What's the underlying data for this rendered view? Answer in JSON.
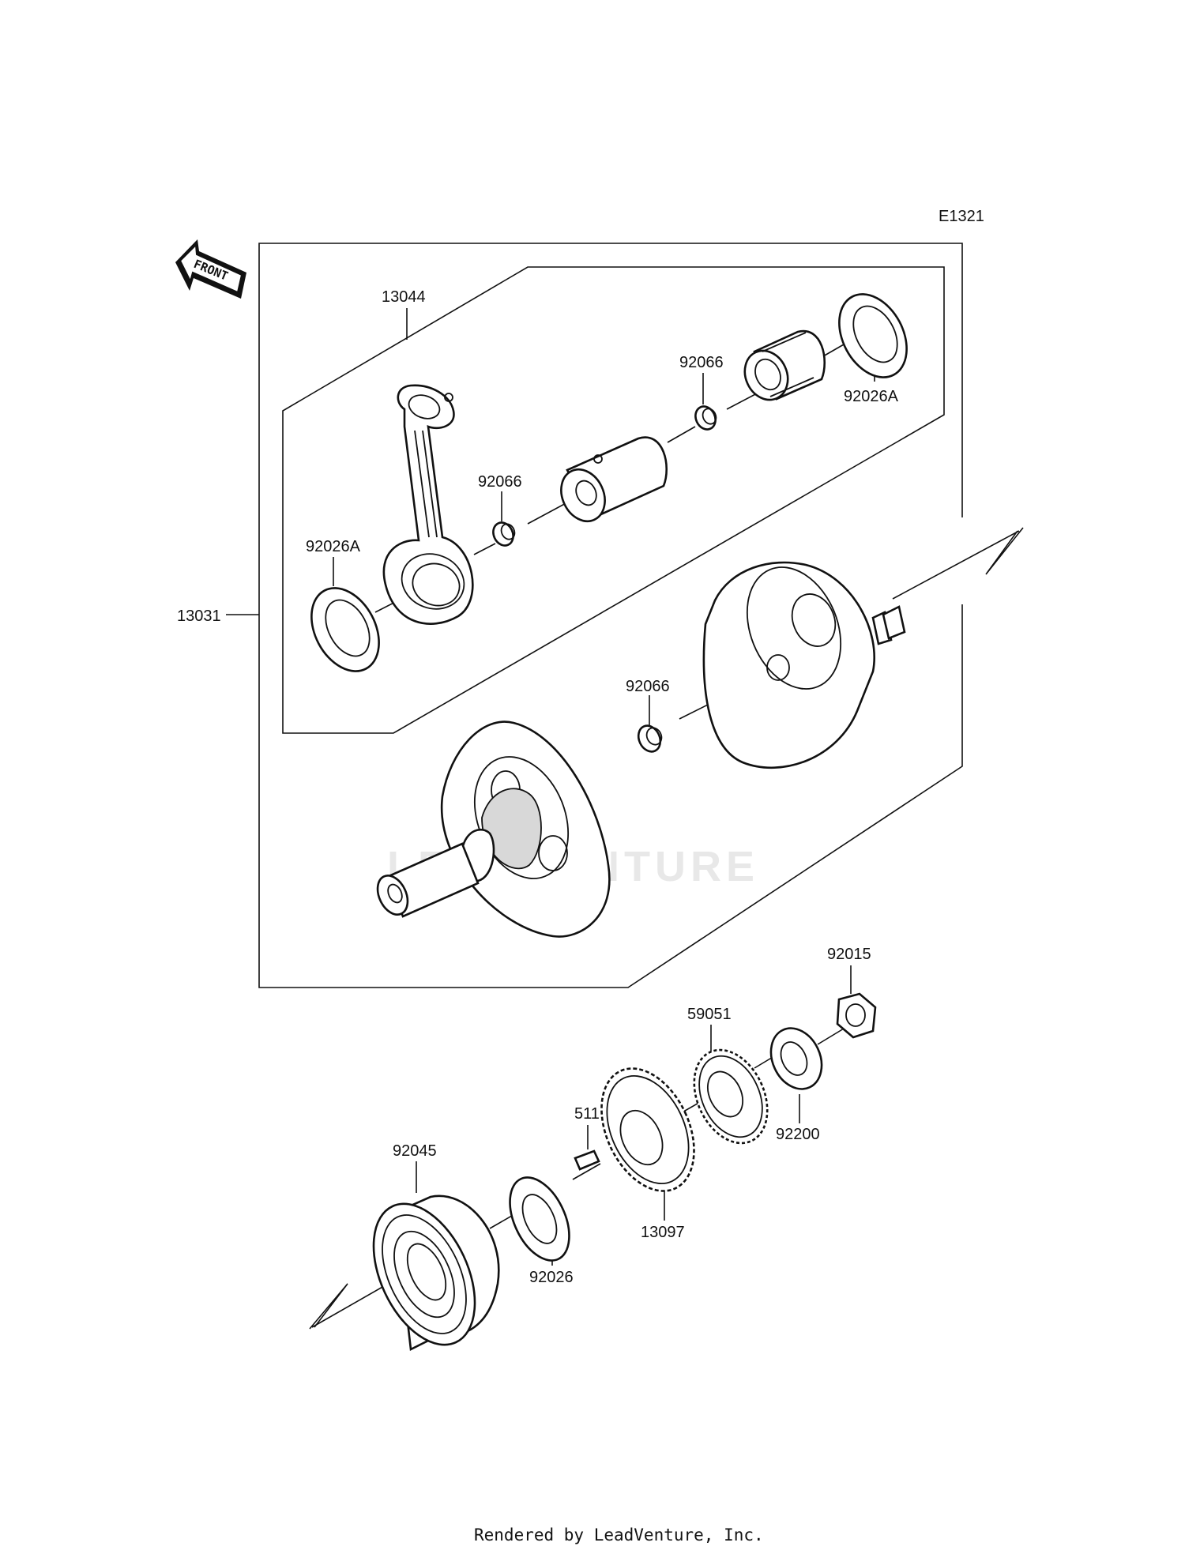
{
  "diagram": {
    "code": "E1321",
    "front_label": "FRONT",
    "watermark": "LEADVENTURE",
    "footer": "Rendered by LeadVenture, Inc.",
    "parts": [
      {
        "id": "p13044",
        "number": "13044"
      },
      {
        "id": "p13031",
        "number": "13031"
      },
      {
        "id": "p92066a",
        "number": "92066"
      },
      {
        "id": "p92066b",
        "number": "92066"
      },
      {
        "id": "p92066c",
        "number": "92066"
      },
      {
        "id": "p92026Aa",
        "number": "92026A"
      },
      {
        "id": "p92026Ab",
        "number": "92026A"
      },
      {
        "id": "p92015",
        "number": "92015"
      },
      {
        "id": "p59051",
        "number": "59051"
      },
      {
        "id": "p92200",
        "number": "92200"
      },
      {
        "id": "p511",
        "number": "511"
      },
      {
        "id": "p92045",
        "number": "92045"
      },
      {
        "id": "p13097",
        "number": "13097"
      },
      {
        "id": "p92026",
        "number": "92026"
      }
    ]
  }
}
